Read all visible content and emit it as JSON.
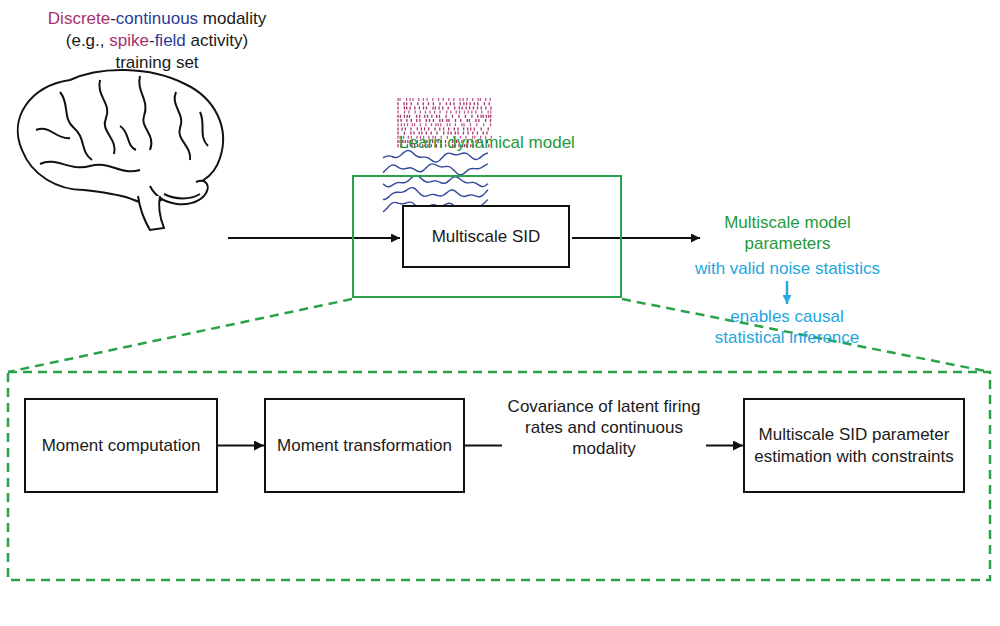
{
  "diagram": {
    "nodes": [
      {
        "text": [
          "Learn dynamical model"
        ]
      },
      {
        "text": [
          "Multiscale SID"
        ],
        "in": 0
      },
      {
        "text": [
          "Moment computation"
        ]
      },
      {
        "text": [
          "Moment transformation"
        ]
      },
      {
        "text": [
          "Multiscale SID parameter estimation with constraints"
        ]
      }
    ],
    "edges": [
      {
        "from": 2,
        "to": 3,
        "arrow": "to"
      },
      {
        "from": 3,
        "to": 4,
        "label": "Covariance of latent firing rates and continuous modality",
        "arrow": "to"
      }
    ],
    "labels": [
      "Discrete",
      "-",
      "continuous",
      "modality",
      "(e.g.,",
      "spike",
      "-",
      "field",
      "activity)",
      "training set",
      "Multiscale model parameters",
      "with valid noise statistics",
      "enables causal statistical inference"
    ]
  }
}
